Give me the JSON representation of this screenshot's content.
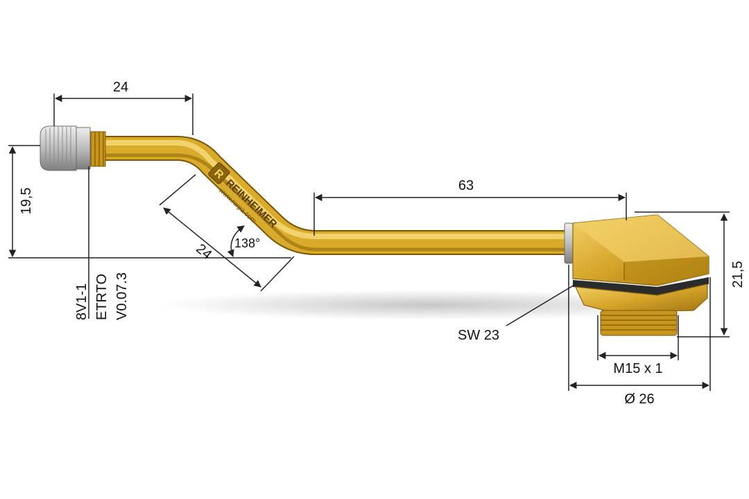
{
  "dimensions": {
    "nozzle_length": "24",
    "height_offset": "19,5",
    "bend_length": "24",
    "angle": "138°",
    "straight_length": "63",
    "base_height": "21,5",
    "wrench_size": "SW 23",
    "thread": "M15 x 1",
    "diameter": "Ø 26"
  },
  "codes": {
    "line1": "8V1-1",
    "line2": "ETRTO",
    "line3": "V0.07.3"
  },
  "branding": {
    "logo_letter": "R",
    "name": "REINHEIMER",
    "url": "www.rerpa.com"
  },
  "colors": {
    "brass_light": "#f4d35e",
    "brass_mid": "#d9ab2a",
    "brass_dark": "#9c7310",
    "cap_silver": "#c9c9c9",
    "line": "#222222"
  }
}
